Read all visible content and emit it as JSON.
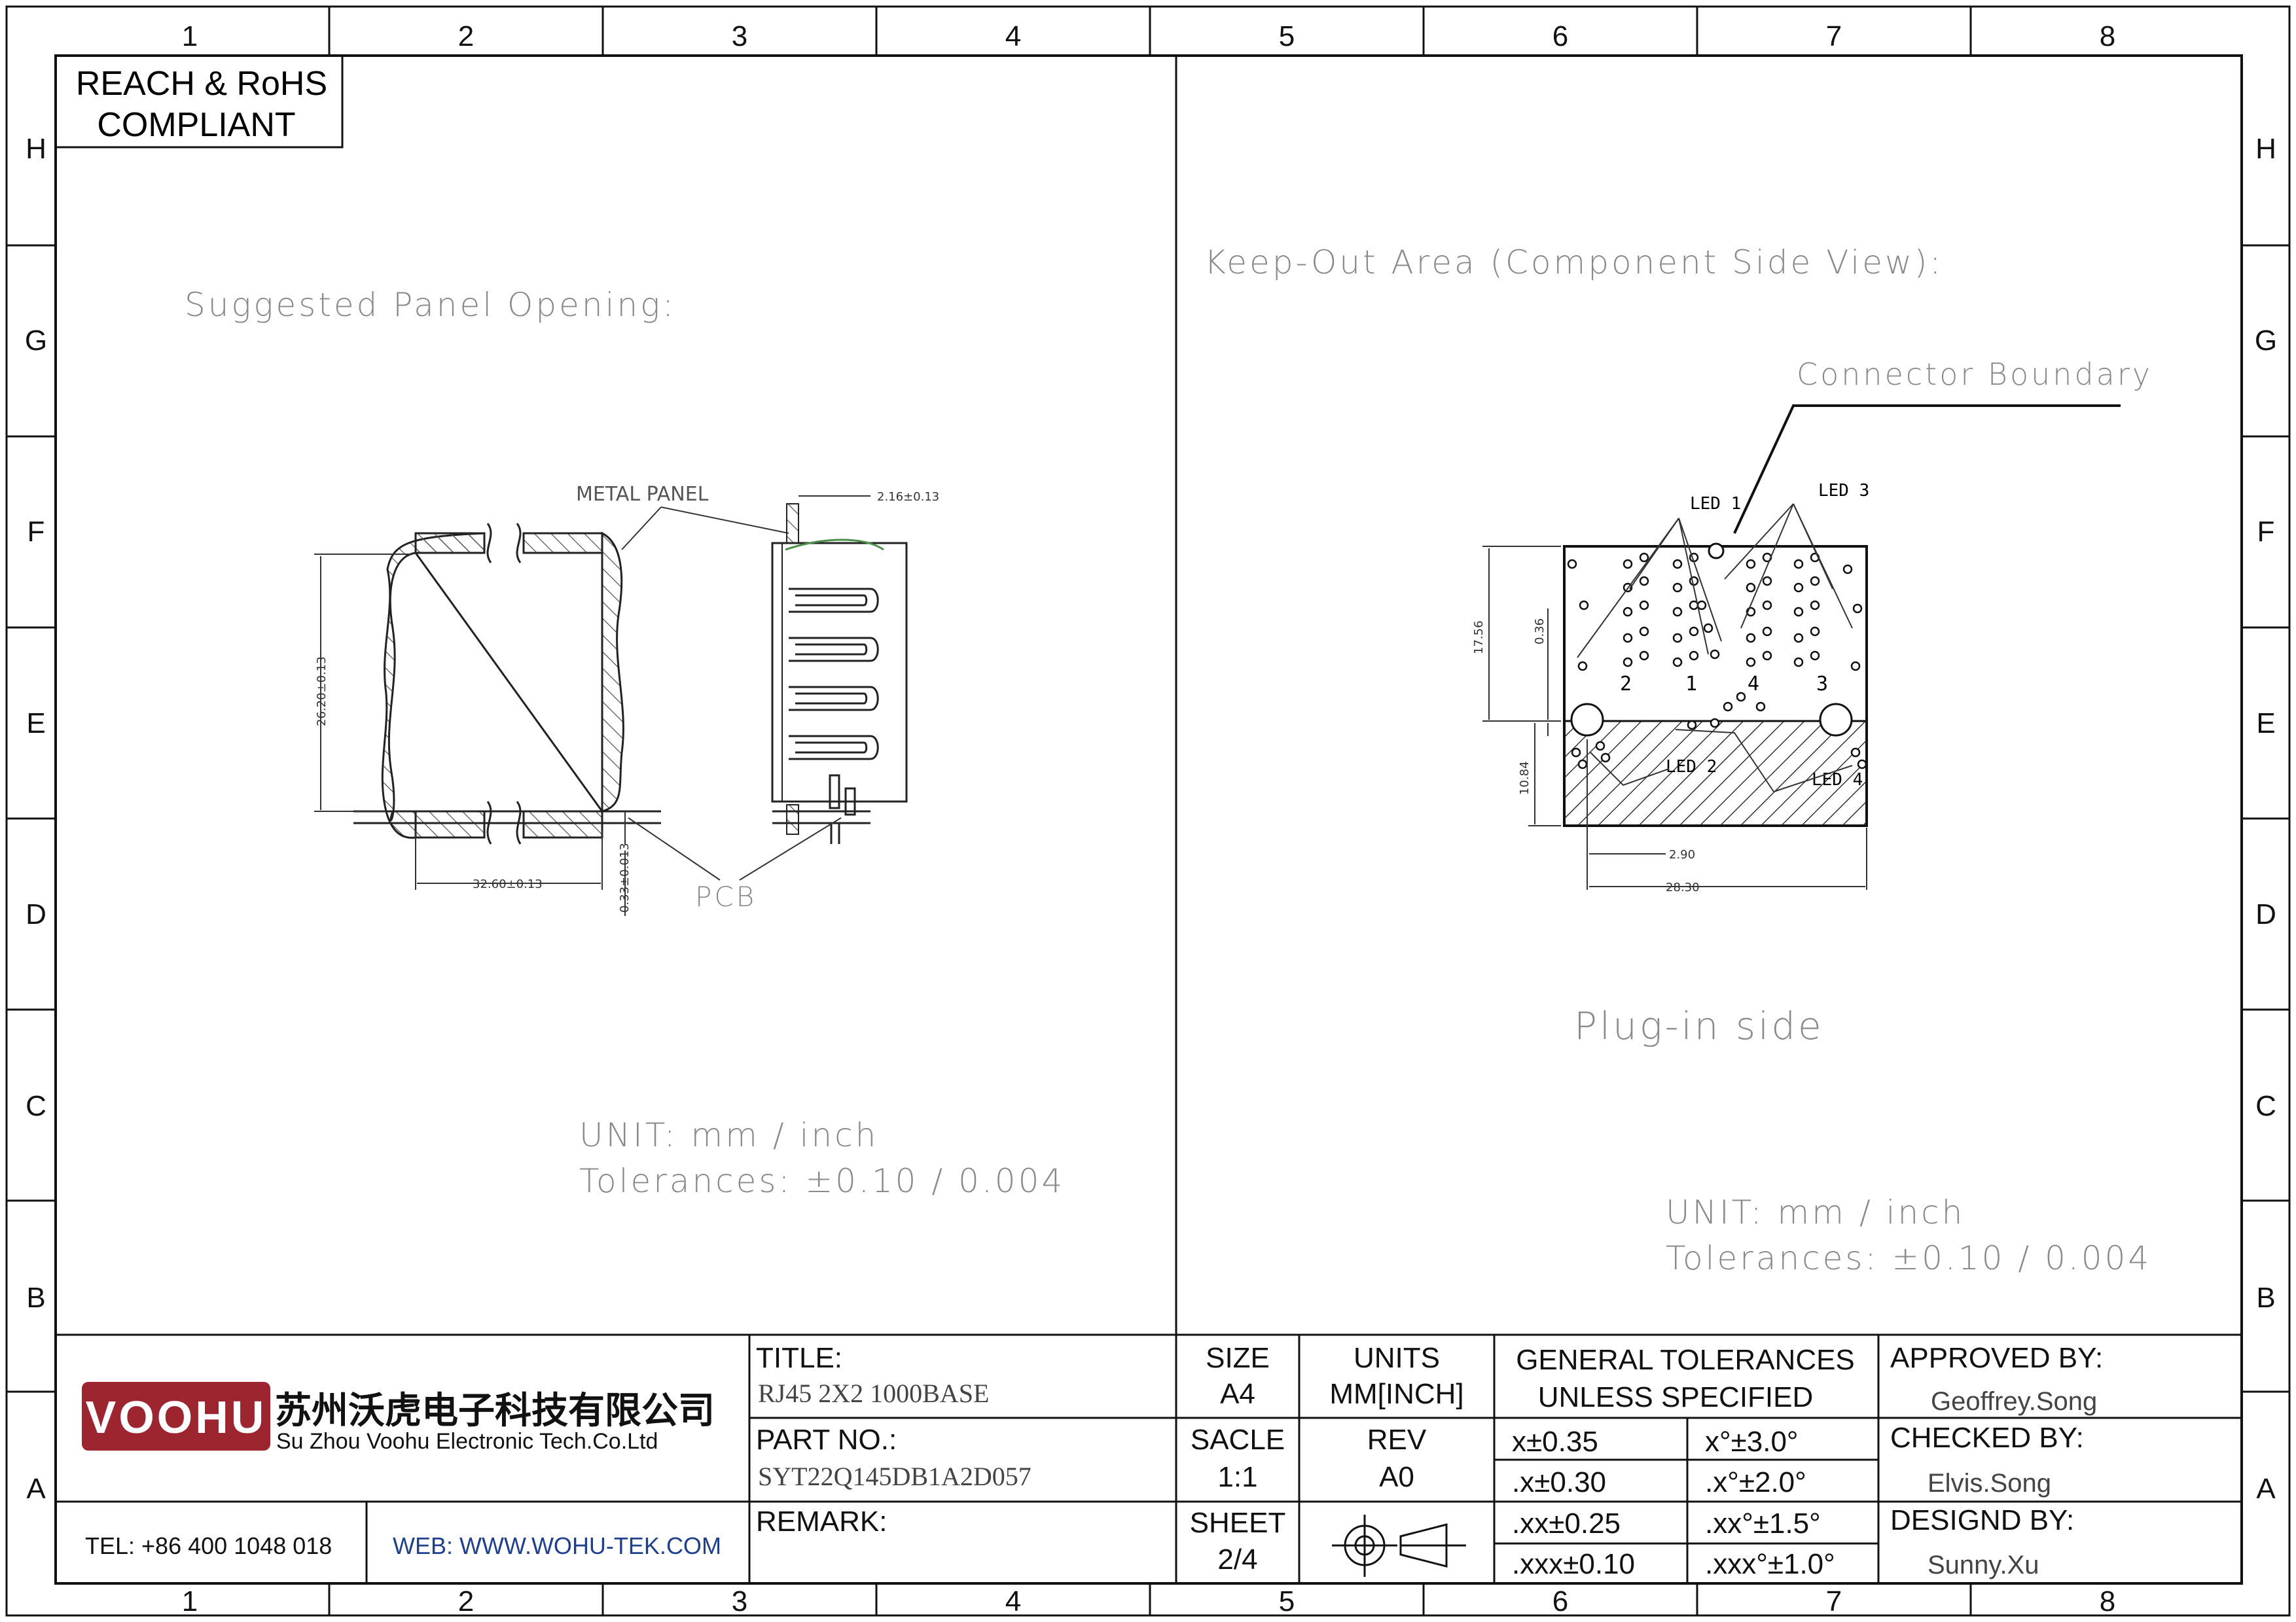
{
  "sheet_grid": {
    "columns": [
      "1",
      "2",
      "3",
      "4",
      "5",
      "6",
      "7",
      "8"
    ],
    "rows": [
      "H",
      "G",
      "F",
      "E",
      "D",
      "C",
      "B",
      "A"
    ]
  },
  "compliance": {
    "line1": "REACH & RoHS",
    "line2": "COMPLIANT"
  },
  "left_view": {
    "heading": "Suggested Panel Opening:",
    "metal_panel_label": "METAL PANEL",
    "pcb_label": "PCB",
    "dims": {
      "thickness": "2.16±0.13",
      "height": "26.20±0.13",
      "width": "32.60±0.13",
      "offset": "0.33±0.013"
    },
    "unit_line": "UNIT:  mm  /  inch",
    "tol_line": "Tolerances:  ±0.10  /  0.004"
  },
  "right_view": {
    "heading": "Keep-Out Area (Component Side View):",
    "boundary_label": "Connector Boundary",
    "led_labels": [
      "LED 1",
      "LED 3",
      "LED 2",
      "LED 4"
    ],
    "port_numbers": [
      "2",
      "1",
      "4",
      "3"
    ],
    "dims": {
      "height": "17.56",
      "gap": "0.36",
      "lower": "10.84",
      "inset": "2.90",
      "width": "28.30"
    },
    "plug_side": "Plug-in side",
    "unit_line": "UNIT:  mm  /  inch",
    "tol_line": "Tolerances:  ±0.10  /  0.004"
  },
  "title_block": {
    "logo": "VOOHU",
    "company_cn": "苏州沃虎电子科技有限公司",
    "company_en": "Su Zhou Voohu Electronic Tech.Co.Ltd",
    "tel": "TEL: +86 400 1048 018",
    "web": "WEB: WWW.WOHU-TEK.COM",
    "title_label": "TITLE:",
    "title_value": "RJ45 2X2 1000BASE",
    "part_label": "PART NO.:",
    "part_value": "SYT22Q145DB1A2D057",
    "remark_label": "REMARK:",
    "size_label": "SIZE",
    "size_value": "A4",
    "units_label": "UNITS",
    "units_value": "MM[INCH]",
    "scale_label": "SACLE",
    "scale_value": "1:1",
    "rev_label": "REV",
    "rev_value": "A0",
    "sheet_label": "SHEET",
    "sheet_value": "2/4",
    "gen_tol_line1": "GENERAL TOLERANCES",
    "gen_tol_line2": "UNLESS SPECIFIED",
    "tolerances": [
      [
        "x±0.35",
        "x°±3.0°"
      ],
      [
        ".x±0.30",
        ".x°±2.0°"
      ],
      [
        ".xx±0.25",
        ".xx°±1.5°"
      ],
      [
        ".xxx±0.10",
        ".xxx°±1.0°"
      ]
    ],
    "approved_label": "APPROVED BY:",
    "approved_value": "Geoffrey.Song",
    "checked_label": "CHECKED BY:",
    "checked_value": "Elvis.Song",
    "design_label": "DESIGND BY:",
    "design_value": "Sunny.Xu"
  },
  "colors": {
    "logo_red": "#9c2530",
    "web_blue": "#1f3f8f",
    "line": "#111111",
    "note_gray": "#8a8a8a"
  }
}
